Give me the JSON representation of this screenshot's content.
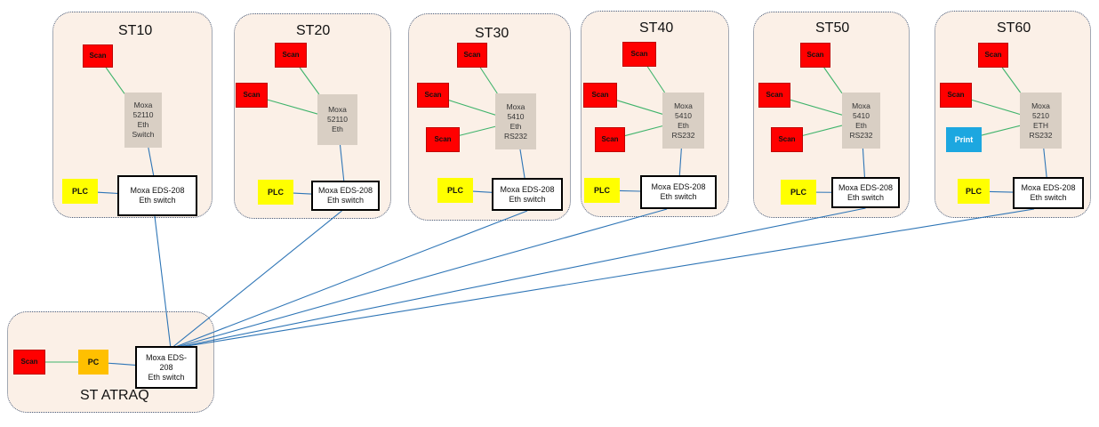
{
  "colors": {
    "box_fill": "#fbf0e7",
    "box_border": "#4a5f7f",
    "scan": "#ff0000",
    "plc": "#ffff00",
    "pc": "#ffc000",
    "print": "#1ca7e0",
    "moxa": "#d9cfc4",
    "device_link": "#3fb36b",
    "network_link": "#2e75b6"
  },
  "stations": [
    {
      "id": "st10",
      "title": "ST10",
      "devices": [
        {
          "id": "st10-scan1",
          "type": "scan",
          "label": "Scan"
        },
        {
          "id": "st10-moxa",
          "type": "moxa",
          "lines": [
            "Moxa",
            "52110",
            "Eth",
            "Switch"
          ]
        },
        {
          "id": "st10-plc",
          "type": "plc",
          "label": "PLC"
        },
        {
          "id": "st10-switch",
          "type": "switch",
          "lines": [
            "Moxa EDS-208",
            "Eth switch"
          ]
        }
      ]
    },
    {
      "id": "st20",
      "title": "ST20",
      "devices": [
        {
          "id": "st20-scan1",
          "type": "scan",
          "label": "Scan"
        },
        {
          "id": "st20-scan2",
          "type": "scan",
          "label": "Scan"
        },
        {
          "id": "st20-moxa",
          "type": "moxa",
          "lines": [
            "Moxa",
            "52110",
            "Eth"
          ]
        },
        {
          "id": "st20-plc",
          "type": "plc",
          "label": "PLC"
        },
        {
          "id": "st20-switch",
          "type": "switch",
          "lines": [
            "Moxa EDS-208",
            "Eth switch"
          ]
        }
      ]
    },
    {
      "id": "st30",
      "title": "ST30",
      "devices": [
        {
          "id": "st30-scan1",
          "type": "scan",
          "label": "Scan"
        },
        {
          "id": "st30-scan2",
          "type": "scan",
          "label": "Scan"
        },
        {
          "id": "st30-scan3",
          "type": "scan",
          "label": "Scan"
        },
        {
          "id": "st30-moxa",
          "type": "moxa",
          "lines": [
            "Moxa",
            "5410",
            "Eth",
            "RS232"
          ]
        },
        {
          "id": "st30-plc",
          "type": "plc",
          "label": "PLC"
        },
        {
          "id": "st30-switch",
          "type": "switch",
          "lines": [
            "Moxa EDS-208",
            "Eth switch"
          ]
        }
      ]
    },
    {
      "id": "st40",
      "title": "ST40",
      "devices": [
        {
          "id": "st40-scan1",
          "type": "scan",
          "label": "Scan"
        },
        {
          "id": "st40-scan2",
          "type": "scan",
          "label": "Scan"
        },
        {
          "id": "st40-scan3",
          "type": "scan",
          "label": "Scan"
        },
        {
          "id": "st40-moxa",
          "type": "moxa",
          "lines": [
            "Moxa",
            "5410",
            "Eth",
            "RS232"
          ]
        },
        {
          "id": "st40-plc",
          "type": "plc",
          "label": "PLC"
        },
        {
          "id": "st40-switch",
          "type": "switch",
          "lines": [
            "Moxa EDS-208",
            "Eth switch"
          ]
        }
      ]
    },
    {
      "id": "st50",
      "title": "ST50",
      "devices": [
        {
          "id": "st50-scan1",
          "type": "scan",
          "label": "Scan"
        },
        {
          "id": "st50-scan2",
          "type": "scan",
          "label": "Scan"
        },
        {
          "id": "st50-scan3",
          "type": "scan",
          "label": "Scan"
        },
        {
          "id": "st50-moxa",
          "type": "moxa",
          "lines": [
            "Moxa",
            "5410",
            "Eth",
            "RS232"
          ]
        },
        {
          "id": "st50-plc",
          "type": "plc",
          "label": "PLC"
        },
        {
          "id": "st50-switch",
          "type": "switch",
          "lines": [
            "Moxa EDS-208",
            "Eth switch"
          ]
        }
      ]
    },
    {
      "id": "st60",
      "title": "ST60",
      "devices": [
        {
          "id": "st60-scan1",
          "type": "scan",
          "label": "Scan"
        },
        {
          "id": "st60-scan2",
          "type": "scan",
          "label": "Scan"
        },
        {
          "id": "st60-print",
          "type": "print",
          "label": "Print"
        },
        {
          "id": "st60-moxa",
          "type": "moxa",
          "lines": [
            "Moxa",
            "5210",
            "ETH",
            "RS232"
          ]
        },
        {
          "id": "st60-plc",
          "type": "plc",
          "label": "PLC"
        },
        {
          "id": "st60-switch",
          "type": "switch",
          "lines": [
            "Moxa EDS-208",
            "Eth switch"
          ]
        }
      ]
    },
    {
      "id": "atraq",
      "title": "ST ATRAQ",
      "devices": [
        {
          "id": "atraq-scan",
          "type": "scan",
          "label": "Scan"
        },
        {
          "id": "atraq-pc",
          "type": "pc",
          "label": "PC"
        },
        {
          "id": "atraq-switch",
          "type": "switch",
          "lines": [
            "Moxa EDS-",
            "208",
            "Eth switch"
          ]
        }
      ]
    }
  ],
  "links": [
    {
      "from": "st10-scan1",
      "to": "st10-moxa",
      "kind": "device"
    },
    {
      "from": "st10-moxa",
      "to": "st10-switch",
      "kind": "network"
    },
    {
      "from": "st10-plc",
      "to": "st10-switch",
      "kind": "network"
    },
    {
      "from": "st20-scan1",
      "to": "st20-moxa",
      "kind": "device"
    },
    {
      "from": "st20-scan2",
      "to": "st20-moxa",
      "kind": "device"
    },
    {
      "from": "st20-moxa",
      "to": "st20-switch",
      "kind": "network"
    },
    {
      "from": "st20-plc",
      "to": "st20-switch",
      "kind": "network"
    },
    {
      "from": "st30-scan1",
      "to": "st30-moxa",
      "kind": "device"
    },
    {
      "from": "st30-scan2",
      "to": "st30-moxa",
      "kind": "device"
    },
    {
      "from": "st30-scan3",
      "to": "st30-moxa",
      "kind": "device"
    },
    {
      "from": "st30-moxa",
      "to": "st30-switch",
      "kind": "network"
    },
    {
      "from": "st30-plc",
      "to": "st30-switch",
      "kind": "network"
    },
    {
      "from": "st40-scan1",
      "to": "st40-moxa",
      "kind": "device"
    },
    {
      "from": "st40-scan2",
      "to": "st40-moxa",
      "kind": "device"
    },
    {
      "from": "st40-scan3",
      "to": "st40-moxa",
      "kind": "device"
    },
    {
      "from": "st40-moxa",
      "to": "st40-switch",
      "kind": "network"
    },
    {
      "from": "st40-plc",
      "to": "st40-switch",
      "kind": "network"
    },
    {
      "from": "st50-scan1",
      "to": "st50-moxa",
      "kind": "device"
    },
    {
      "from": "st50-scan2",
      "to": "st50-moxa",
      "kind": "device"
    },
    {
      "from": "st50-scan3",
      "to": "st50-moxa",
      "kind": "device"
    },
    {
      "from": "st50-moxa",
      "to": "st50-switch",
      "kind": "network"
    },
    {
      "from": "st50-plc",
      "to": "st50-switch",
      "kind": "network"
    },
    {
      "from": "st60-scan1",
      "to": "st60-moxa",
      "kind": "device"
    },
    {
      "from": "st60-scan2",
      "to": "st60-moxa",
      "kind": "device"
    },
    {
      "from": "st60-print",
      "to": "st60-moxa",
      "kind": "device"
    },
    {
      "from": "st60-moxa",
      "to": "st60-switch",
      "kind": "network"
    },
    {
      "from": "st60-plc",
      "to": "st60-switch",
      "kind": "network"
    },
    {
      "from": "atraq-scan",
      "to": "atraq-pc",
      "kind": "device"
    },
    {
      "from": "atraq-pc",
      "to": "atraq-switch",
      "kind": "network"
    },
    {
      "from": "st10-switch",
      "to": "atraq-switch",
      "kind": "network"
    },
    {
      "from": "st20-switch",
      "to": "atraq-switch",
      "kind": "network"
    },
    {
      "from": "st30-switch",
      "to": "atraq-switch",
      "kind": "network"
    },
    {
      "from": "st40-switch",
      "to": "atraq-switch",
      "kind": "network"
    },
    {
      "from": "st50-switch",
      "to": "atraq-switch",
      "kind": "network"
    },
    {
      "from": "st60-switch",
      "to": "atraq-switch",
      "kind": "network"
    }
  ]
}
